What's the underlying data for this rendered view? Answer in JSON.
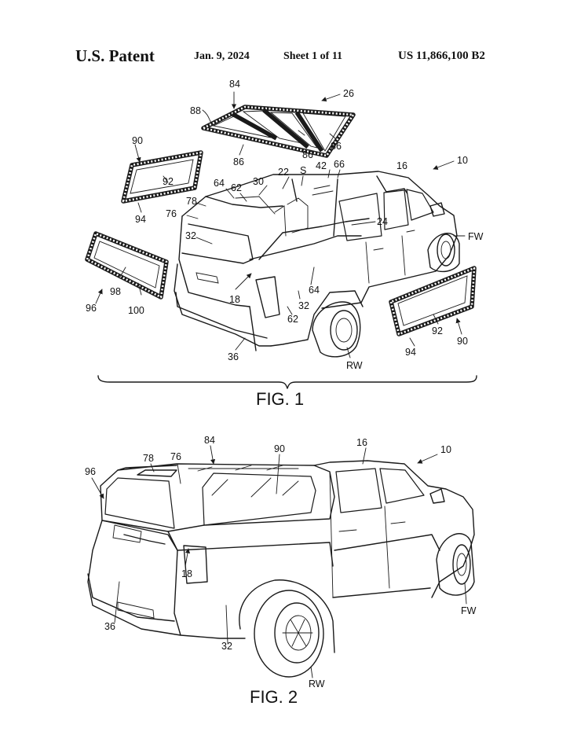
{
  "header": {
    "left": "U.S. Patent",
    "date": "Jan. 9, 2024",
    "sheet": "Sheet 1 of 11",
    "number": "US 11,866,100 B2"
  },
  "fig1": {
    "caption": "FIG. 1",
    "labels": {
      "l84": "84",
      "l26": "26",
      "l88": "88",
      "l86a": "86",
      "l86b": "86",
      "l86c": "86",
      "l90a": "90",
      "l92a": "92",
      "l94a": "94",
      "l10": "10",
      "l16": "16",
      "l42": "42",
      "l66": "66",
      "l22": "22",
      "lS": "S",
      "l64a": "64",
      "l62a": "62",
      "l30": "30",
      "l78": "78",
      "l76": "76",
      "l24": "24",
      "l32a": "32",
      "lFW": "FW",
      "l96": "96",
      "l98": "98",
      "l100": "100",
      "l18": "18",
      "l64b": "64",
      "l32b": "32",
      "l62b": "62",
      "l36": "36",
      "lRW": "RW",
      "l94b": "94",
      "l92b": "92",
      "l90b": "90"
    }
  },
  "fig2": {
    "caption": "FIG. 2",
    "labels": {
      "l84": "84",
      "l90": "90",
      "l16": "16",
      "l10": "10",
      "l78": "78",
      "l76": "76",
      "l96": "96",
      "l18": "18",
      "l36": "36",
      "l32": "32",
      "lFW": "FW",
      "lRW": "RW"
    }
  }
}
